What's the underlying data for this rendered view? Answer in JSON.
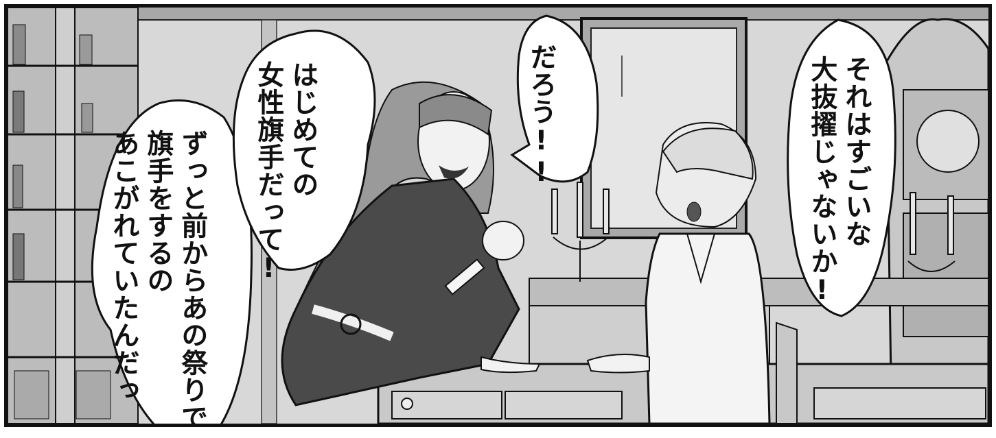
{
  "bubbles": {
    "left": {
      "lines": [
        "ずっと前からあの祭りで",
        "旗手をするの",
        "あこがれていたんだっ"
      ]
    },
    "middle_left": {
      "lines": [
        "はじめての",
        "女性旗手だって!"
      ]
    },
    "middle": {
      "lines": [
        "だろう!!"
      ]
    },
    "right": {
      "lines": [
        "それはすごいな",
        "大抜擢じゃないか!"
      ]
    }
  }
}
